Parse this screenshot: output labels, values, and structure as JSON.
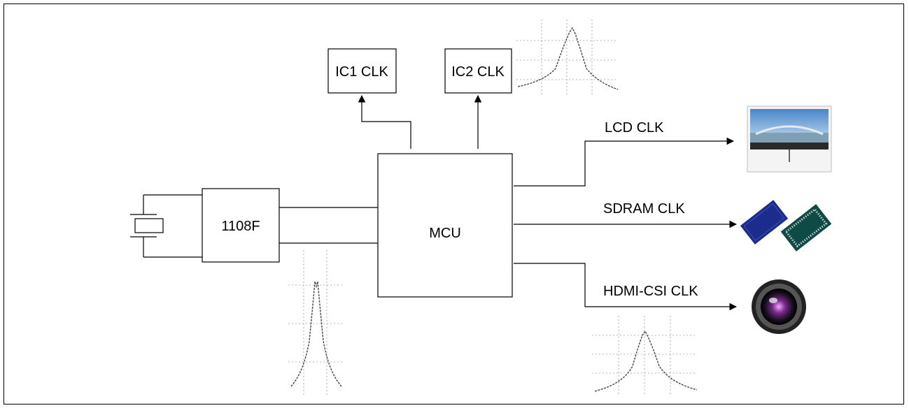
{
  "blocks": {
    "ic1": "IC1 CLK",
    "ic2": "IC2 CLK",
    "mcu": "MCU",
    "clock_gen": "1108F"
  },
  "outputs": {
    "lcd": "LCD CLK",
    "sdram": "SDRAM CLK",
    "hdmi": "HDMI-CSI CLK"
  },
  "icons": {
    "crystal": "crystal-oscillator-icon",
    "lcd_device": "lcd-monitor-icon",
    "sdram_device": "memory-chip-icon",
    "camera_device": "camera-lens-icon",
    "spectrum": "spectrum-plot-icon"
  }
}
